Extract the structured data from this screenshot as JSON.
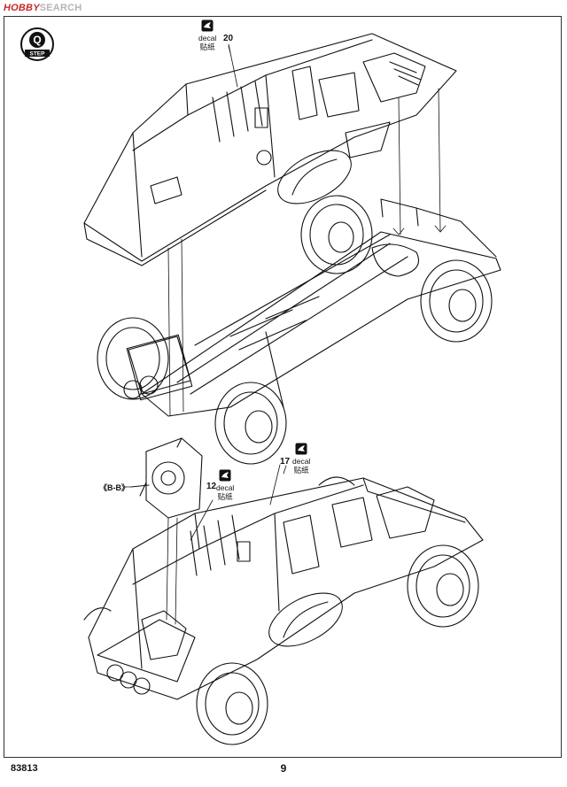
{
  "watermark": {
    "brand": "HOBBY",
    "suffix": "SEARCH"
  },
  "step": {
    "letter": "Q",
    "caption": "STEP"
  },
  "decals": [
    {
      "label": "decal",
      "label_cn": "贴纸",
      "number": "20"
    },
    {
      "label": "decal",
      "label_cn": "贴纸",
      "number": "12"
    },
    {
      "label": "decal",
      "label_cn": "贴纸",
      "number": "17"
    }
  ],
  "callouts": {
    "section": "《B-B》"
  },
  "footer": {
    "kit_number": "83813",
    "page_number": "9"
  },
  "colors": {
    "ink": "#111111",
    "watermark": "#b5b5b5",
    "watermark_brand": "#c62828"
  },
  "icons": [
    "decal-icon",
    "step-badge-icon"
  ]
}
